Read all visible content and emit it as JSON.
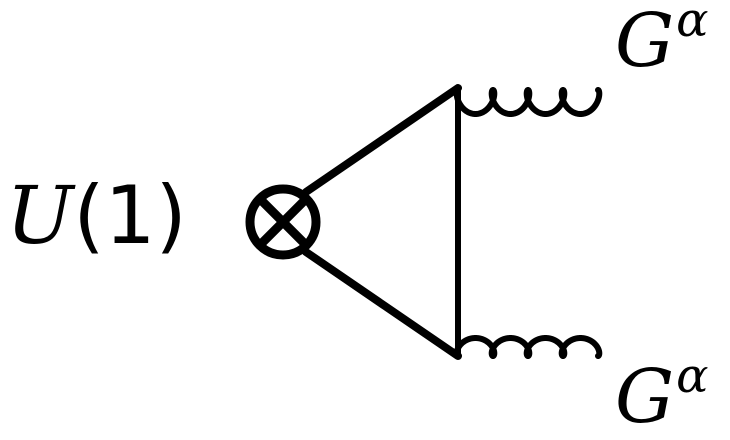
{
  "labels": {
    "vertex": {
      "symbol": "U",
      "argument": "(1)"
    },
    "top_gluon": {
      "symbol": "G",
      "superscript": "α"
    },
    "bottom_gluon": {
      "symbol": "G",
      "superscript": "α"
    }
  },
  "colors": {
    "ink": "#000000",
    "background": "#ffffff"
  }
}
